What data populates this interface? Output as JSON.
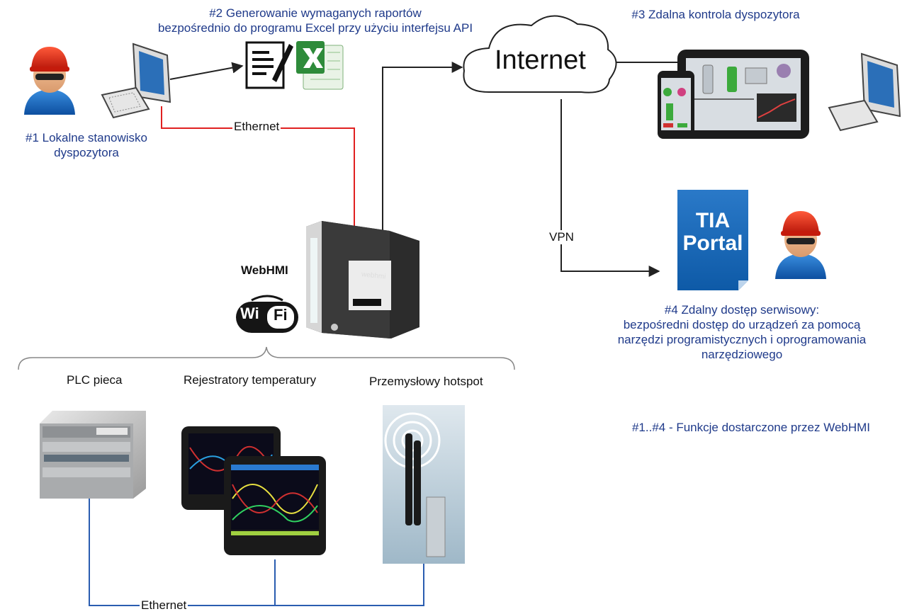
{
  "labels": {
    "f1_line1": "#1 Lokalne stanowisko",
    "f1_line2": "dyspozytora",
    "f2_line1": "#2 Generowanie wymaganych raportów",
    "f2_line2": "bezpośrednio do programu Excel przy użyciu interfejsu API",
    "f3": "#3 Zdalna kontrola dyspozytora",
    "f4_line1": "#4 Zdalny dostęp serwisowy:",
    "f4_line2": "bezpośredni dostęp do urządzeń za pomocą",
    "f4_line3": "narzędzi programistycznych i oprogramowania",
    "f4_line4": "narzędziowego",
    "footnote": "#1..#4 - Funkcje dostarczone przez WebHMI",
    "internet": "Internet",
    "ethernet_top": "Ethernet",
    "ethernet_bottom": "Ethernet",
    "vpn": "VPN",
    "webhmi": "WebHMI",
    "wifi_left": "Wi",
    "wifi_right": "Fi",
    "tia_line1": "TIA",
    "tia_line2": "Portal",
    "device_brand": "webhmi",
    "plc": "PLC pieca",
    "recorders": "Rejestratory temperatury",
    "hotspot": "Przemysłowy hotspot"
  },
  "colors": {
    "title_blue": "#1f3a8a",
    "ethernet_red": "#e02020",
    "ethernet_blue": "#2a5db0",
    "line_dark": "#222222",
    "tia_blue": "#1a64b4",
    "excel_green": "#2e8b3a"
  },
  "icons": [
    "user-helmet-icon",
    "computer-icon",
    "document-icon",
    "excel-icon",
    "cloud-icon",
    "tablet-icon",
    "phone-icon",
    "tia-portal-icon",
    "wifi-icon",
    "plc-device",
    "recorder-device",
    "hotspot-device"
  ]
}
